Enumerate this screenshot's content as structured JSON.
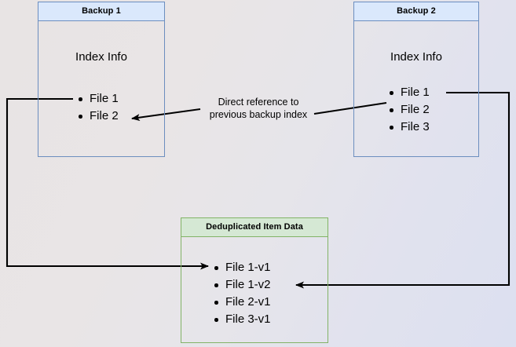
{
  "diagram": {
    "title": "Backup deduplication index reference diagram",
    "background_gradient": [
      "#e8e4e4",
      "#dce0f0"
    ],
    "colors": {
      "blue_fill": "#dae8fc",
      "blue_border": "#6c8ebf",
      "green_fill": "#d5e8d4",
      "green_border": "#82b366",
      "arrow": "#000000",
      "text": "#000000"
    }
  },
  "nodes": {
    "backup1": {
      "header": "Backup 1",
      "section_title": "Index Info",
      "files": [
        "File 1",
        "File 2"
      ]
    },
    "backup2": {
      "header": "Backup 2",
      "section_title": "Index Info",
      "files": [
        "File 1",
        "File 2",
        "File 3"
      ]
    },
    "dedup": {
      "header": "Deduplicated Item Data",
      "files": [
        "File 1-v1",
        "File 1-v2",
        "File 2-v1",
        "File 3-v1"
      ]
    }
  },
  "edges": {
    "direct_reference": {
      "label_line1": "Direct reference to",
      "label_line2": "previous backup index",
      "from": "Backup 2 / File 2",
      "to": "Backup 1 / File 2"
    },
    "backup1_to_dedup": {
      "from": "Backup 1 / File 1",
      "to": "Deduplicated Item Data / File 1-v1"
    },
    "backup2_to_dedup": {
      "from": "Backup 2 / File 1",
      "to": "Deduplicated Item Data / File 1-v2"
    }
  }
}
